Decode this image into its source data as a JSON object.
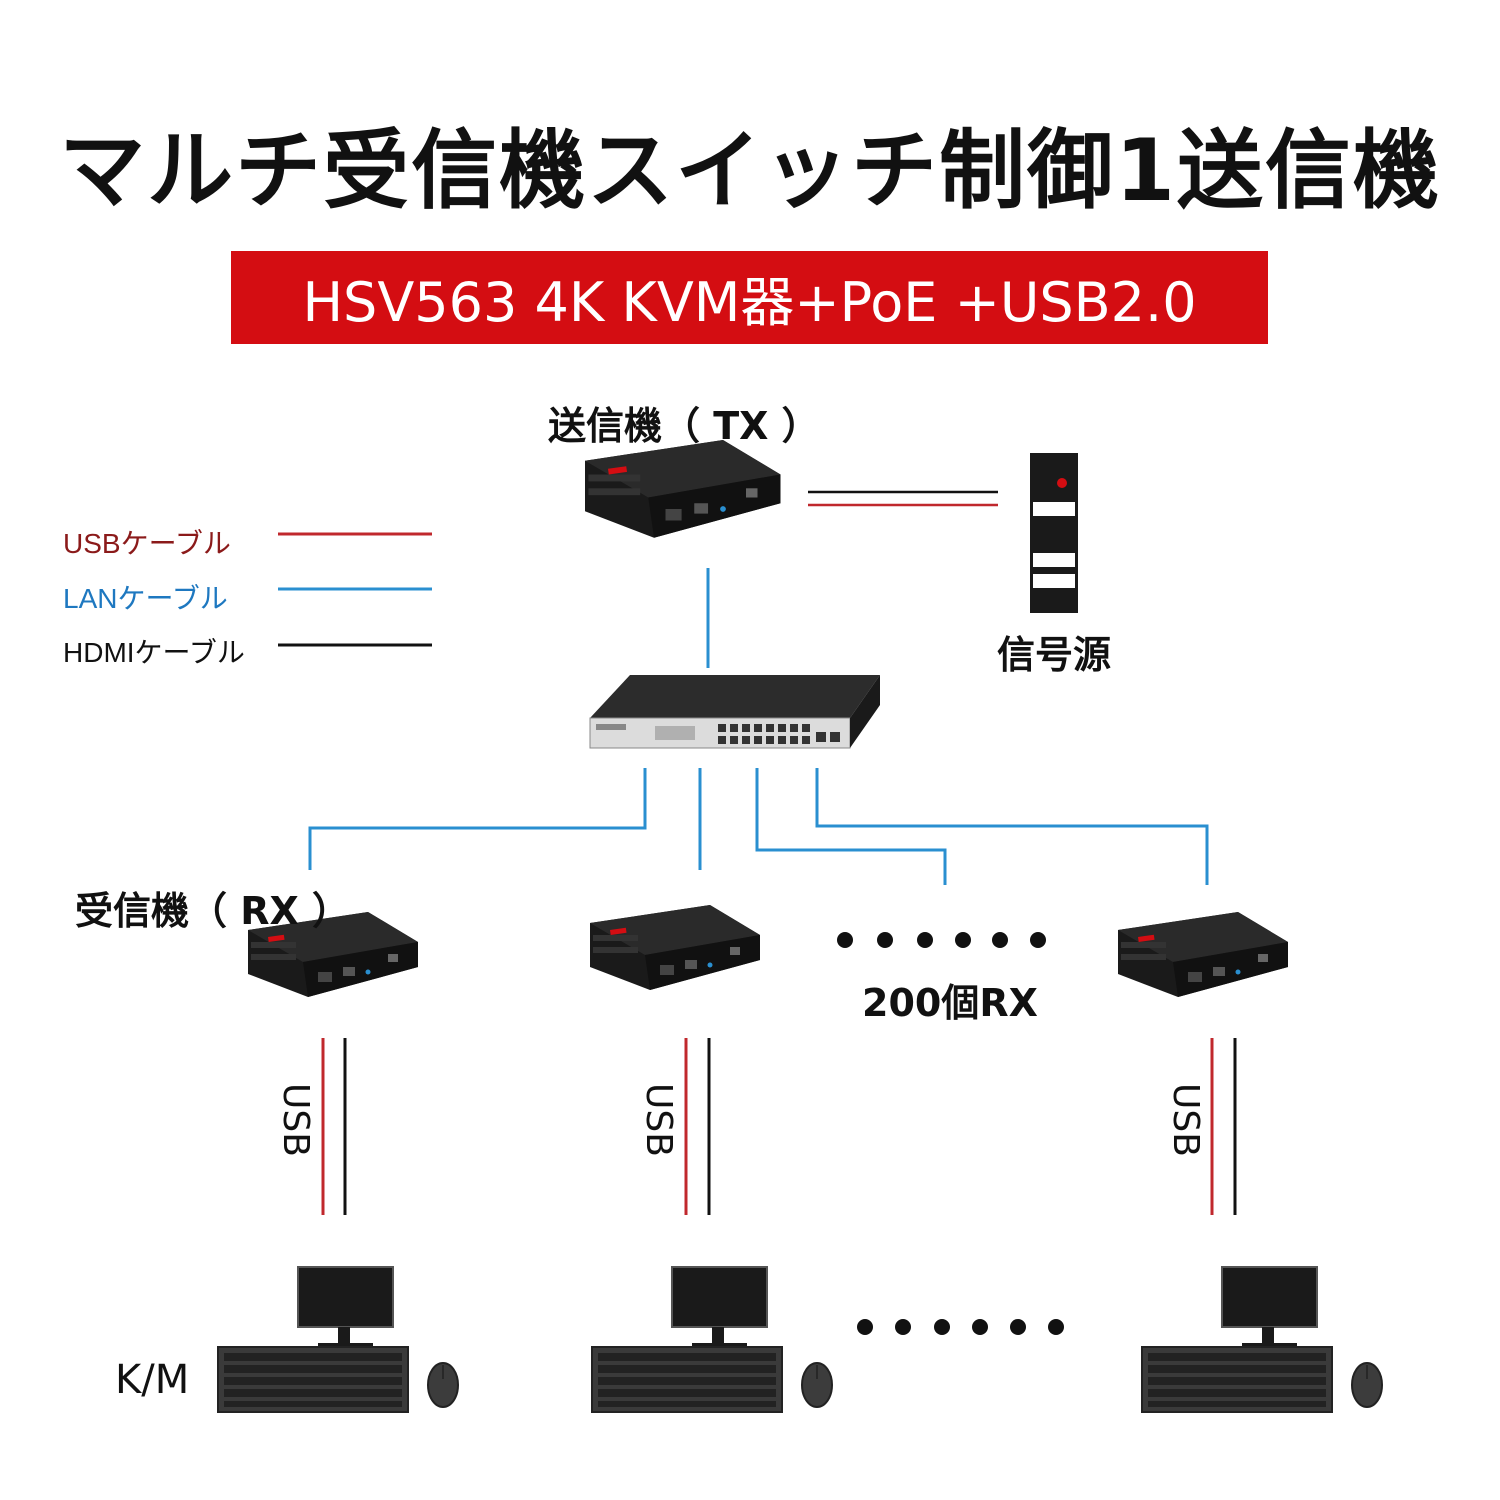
{
  "title": "マルチ受信機スイッチ制御1送信機",
  "banner": "HSV563 4K KVM器+PoE +USB2.0",
  "tx_label": "送信機（ TX ）",
  "rx_label": "受信機（ RX ）",
  "source_label": "信号源",
  "rx_count_label": "200個RX",
  "km_label": "K/M",
  "usb_label": "USB",
  "legend": [
    {
      "text": "USBケーブル",
      "color": "#8b1a1a",
      "line_color": "#c0282d"
    },
    {
      "text": "LANケーブル",
      "color": "#1e78c0",
      "line_color": "#1e88d0"
    },
    {
      "text": "HDMIケーブル",
      "color": "#111111",
      "line_color": "#111111"
    }
  ],
  "colors": {
    "usb": "#c0282d",
    "lan": "#2a8fd0",
    "hdmi": "#111111",
    "banner": "#d40d12"
  }
}
